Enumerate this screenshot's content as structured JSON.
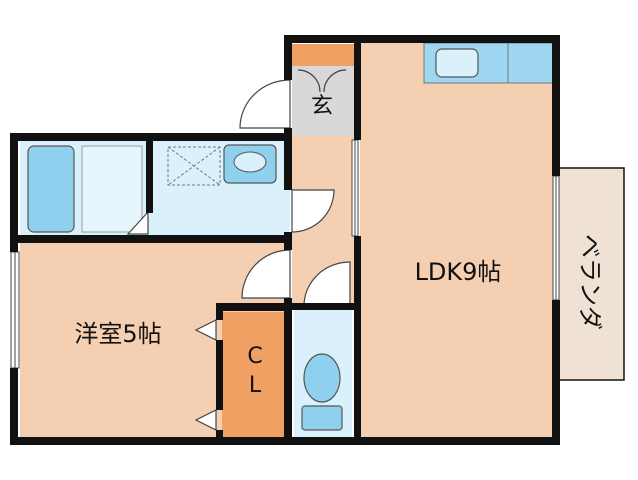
{
  "rooms": {
    "entrance": "玄",
    "ldk": "LDK9帖",
    "western_room": "洋室5帖",
    "closet_line1": "C",
    "closet_line2": "L",
    "veranda": "ベランダ"
  },
  "colors": {
    "wall": "#111111",
    "wood_floor": "#f4cfb2",
    "wet_area": "#daf0fb",
    "entrance_floor": "#d8d8d8",
    "closet": "#f0a062",
    "veranda": "#efe2d5",
    "fixture": "#8fd0ee"
  }
}
